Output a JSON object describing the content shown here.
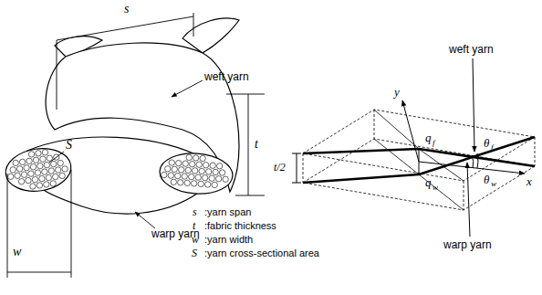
{
  "diagram": {
    "labels": [
      "s",
      "t",
      "w",
      "S",
      "weft yarn",
      "warp yarn",
      "s",
      ":yarn span",
      "t",
      ":fabric thickness",
      "w",
      ":yarn width",
      "S",
      ":yarn cross-sectional area",
      "weft yarn",
      "y",
      "t/2",
      "x",
      "q",
      "f",
      "θ",
      "f",
      "q",
      "w",
      "θ",
      "w",
      "warp yarn"
    ]
  }
}
